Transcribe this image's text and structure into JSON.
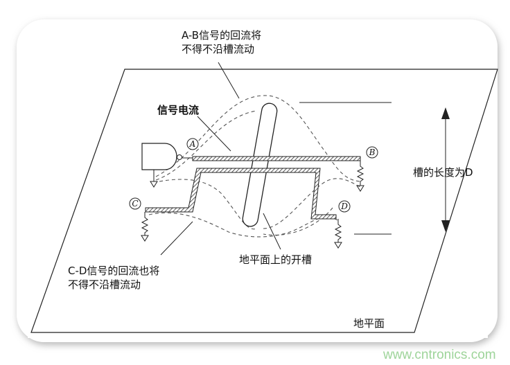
{
  "labels": {
    "ab_return_line1": "A-B信号的回流将",
    "ab_return_line2": "不得不沿槽流动",
    "signal_current": "信号电流",
    "slot_length": "槽的长度为D",
    "slot_on_plane": "地平面上的开槽",
    "cd_return_line1": "C-D信号的回流也将",
    "cd_return_line2": "不得不沿槽流动",
    "ground_plane": "地平面"
  },
  "pins": {
    "a": "A",
    "b": "B",
    "c": "C",
    "d": "D"
  },
  "watermark": "www.cntronics.com",
  "colors": {
    "watermark": "#9ed49a",
    "frame_shadow": "#bdbdbd"
  }
}
